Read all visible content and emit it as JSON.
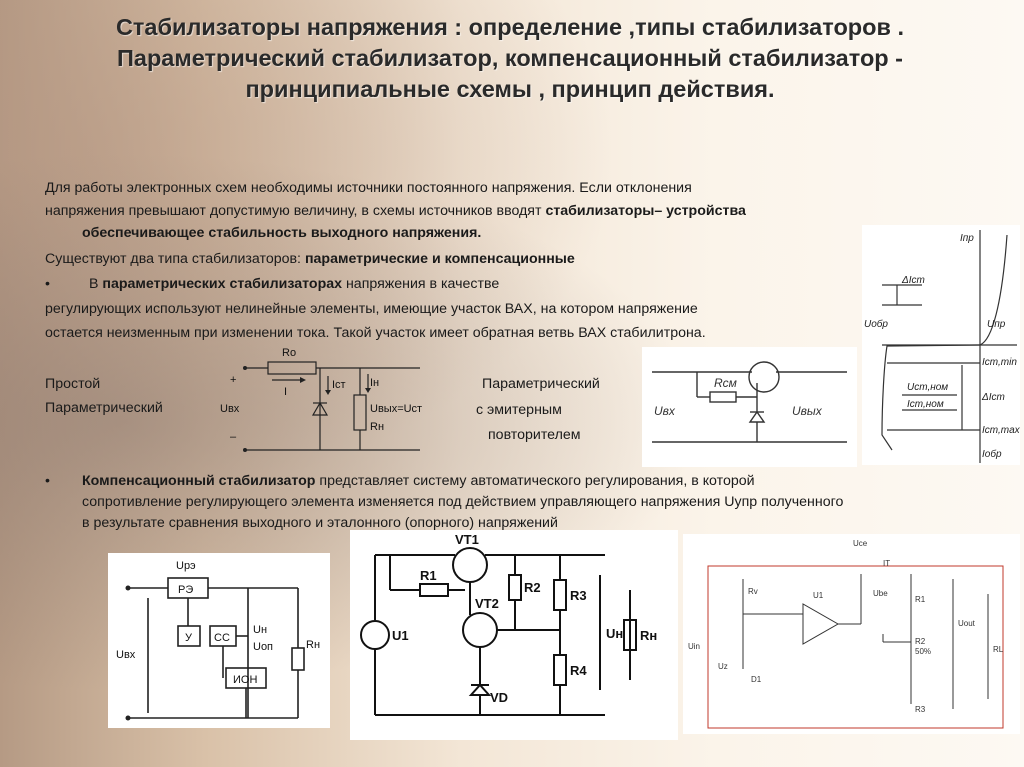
{
  "title": "Стабилизаторы напряжения : определение ,типы стабилизаторов . Параметрический стабилизатор, компенсационный стабилизатор - принципиальные схемы , принцип действия.",
  "intro": {
    "line1": "Для работы электронных схем необходимы источники постоянного напряжения. Если отклонения",
    "line2_pre": "напряжения превышают допустимую величину, в схемы источников вводят ",
    "line2_bold": "стабилизаторы– устройства",
    "line3_bold": "обеспечивающее  стабильность выходного напряжения."
  },
  "types": {
    "pre": "Существуют   два   типа   стабилизаторов:  ",
    "bold": "параметрические и компенсационные"
  },
  "param": {
    "bullet": "•",
    "pre": "В ",
    "bold": "параметрических стабилизаторах",
    "post": " напряжения в качестве",
    "line2": "регулирующих используют нелинейные элементы, имеющие участок ВАХ, на котором напряжение",
    "line3": "остается неизменным при изменении тока. Такой участок  имеет обратная ветвь ВАХ стабилитрона."
  },
  "simple_label": {
    "line1": "Простой",
    "line2": "Параметрический"
  },
  "emitter_label": {
    "line1": "Параметрический",
    "line2": "с   эмитерным",
    "line3": "повторителем"
  },
  "compensation": {
    "bullet": "•",
    "bold": "Компенсационный стабилизатор",
    "post": " представляет систему автоматического регулирования, в которой",
    "line2": "сопротивление регулирующего элемента изменяется под действием управляющего напряжения  Uупр полученного",
    "line3": "в результате сравнения выходного и эталонного (опорного) напряжений"
  },
  "diagram_simple": {
    "ro": "Ro",
    "plus": "+",
    "i": "I",
    "ict": "Iст",
    "ih": "Iн",
    "uvx": "Uвх",
    "uout": "Uвых=Uст",
    "rh": "Rн",
    "minus": "–"
  },
  "diagram_emitter": {
    "rcm": "Rсм",
    "uvx": "Uвх",
    "uout": "Uвых"
  },
  "diagram_vah": {
    "ipr": "Iпр",
    "dict": "ΔIст",
    "uobr": "Uобр",
    "upr": "Uпр",
    "ictmin": "Iст,min",
    "uctnom": "Uст,ном",
    "ictnom": "Iст,ном",
    "dict2": "ΔIст",
    "ictmax": "Iст,max",
    "iobr": "Iобр"
  },
  "diagram_block": {
    "upe": "Uрэ",
    "pe": "РЭ",
    "y": "У",
    "cc": "СС",
    "uh": "Uн",
    "uop": "Uоп",
    "ion": "ИОН",
    "uvx": "Uвх",
    "rh": "Rн"
  },
  "diagram_vt": {
    "vt1": "VT1",
    "r1": "R1",
    "r2": "R2",
    "vt2": "VT2",
    "r3": "R3",
    "u1": "U1",
    "un": "Uн",
    "rn": "Rн",
    "r4": "R4",
    "vd": "VD"
  },
  "diagram_opamp": {
    "uce": "Uce",
    "it": "IT",
    "rv": "Rv",
    "ube": "Ube",
    "u1": "U1",
    "r1": "R1",
    "r2": "R2",
    "pct": "50%",
    "uout": "Uout",
    "rl": "RL",
    "uin": "Uin",
    "uz": "Uz",
    "d1": "D1",
    "r3": "R3"
  }
}
